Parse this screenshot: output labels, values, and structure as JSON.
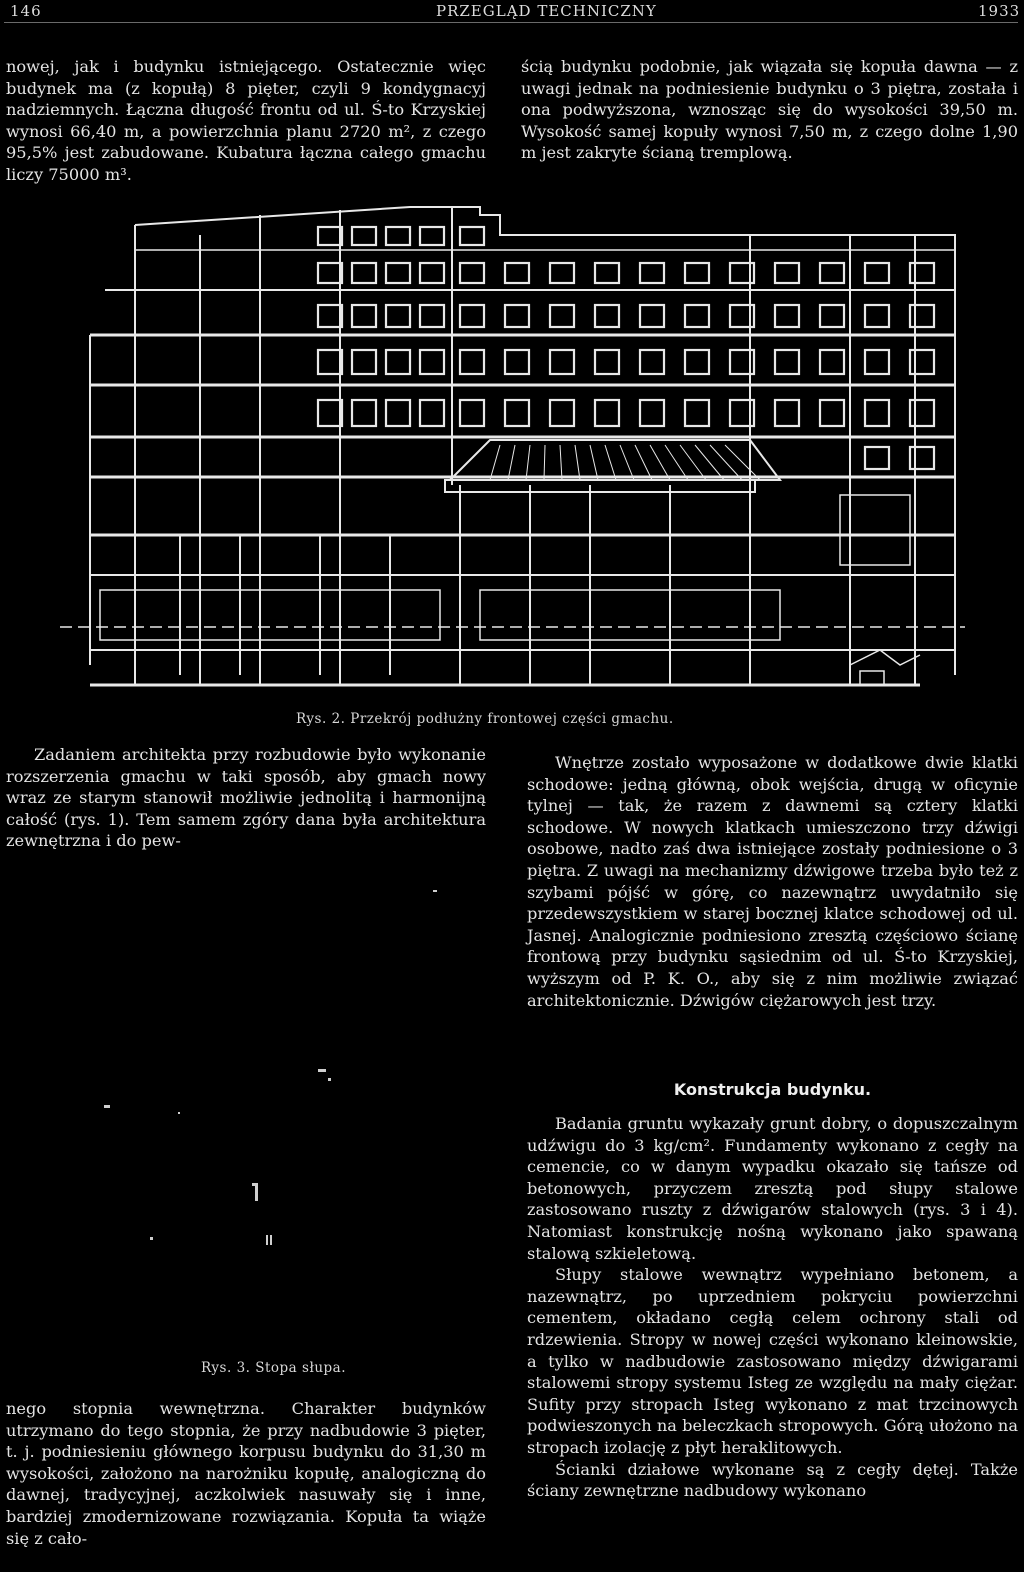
{
  "header": {
    "page_number": "146",
    "journal": "PRZEGLĄD TECHNICZNY",
    "year": "1933"
  },
  "top_left": [
    "nowej, jak i budynku istniejącego. Ostatecznie więc budynek ma (z kopułą) 8 pięter, czyli 9 kondygnacyj nadziemnych. Łączna długość frontu od ul. Ś-to Krzyskiej wynosi 66,40 m, a powierzchnia planu 2720 m², z czego 95,5% jest zabudowane. Kubatura łączna całego gmachu liczy 75000 m³."
  ],
  "top_right": [
    "ścią budynku podobnie, jak wiązała się kopuła dawna — z uwagi jednak na podniesienie budynku o 3 piętra, została i ona podwyższona, wznosząc się do wysokości 39,50 m. Wysokość samej kopuły wynosi 7,50 m, z czego dolne 1,90 m jest zakryte ścianą tremplową."
  ],
  "figure2": {
    "caption": "Rys. 2. Przekrój podłużny frontowej części gmachu."
  },
  "left_mid": [
    "Zadaniem architekta przy rozbudowie było wykonanie rozszerzenia gmachu w taki sposób, aby gmach nowy wraz ze starym stanowił możliwie jednolitą i harmonijną całość (rys. 1). Tem samem zgóry dana była architektura zewnętrzna i do pew-"
  ],
  "figure3": {
    "caption": "Rys. 3. Stopa słupa."
  },
  "left_bottom": [
    "nego stopnia wewnętrzna. Charakter budynków utrzymano do tego stopnia, że przy nadbudowie 3 pięter, t. j. podniesieniu głównego korpusu budynku do 31,30 m wysokości, założono na narożniku kopułę, analogiczną do dawnej, tradycyjnej, aczkolwiek nasuwały się i inne, bardziej zmodernizowane rozwiązania. Kopuła ta wiąże się z cało-"
  ],
  "right_mid": [
    "Wnętrze zostało wyposażone w dodatkowe dwie klatki schodowe: jedną główną, obok wejścia, drugą w oficynie tylnej — tak, że razem z dawnemi są cztery klatki schodowe. W nowych klatkach umieszczono trzy dźwigi osobowe, nadto zaś dwa istniejące zostały podniesione o 3 piętra. Z uwagi na mechanizmy dźwigowe trzeba było też z szybami pójść w górę, co nazewnątrz uwydatniło się przedewszystkiem w starej bocznej klatce schodowej od ul. Jasnej. Analogicznie podniesiono zresztą częściowo ścianę frontową przy budynku sąsiednim od ul. Ś-to Krzyskiej, wyższym od P. K. O., aby się z nim możliwie związać architektonicznie. Dźwigów ciężarowych jest trzy."
  ],
  "section": {
    "heading": "Konstrukcja budynku."
  },
  "right_bottom": [
    "Badania gruntu wykazały grunt dobry, o dopuszczalnym udźwigu do 3 kg/cm². Fundamenty wykonano z cegły na cemencie, co w danym wypadku okazało się tańsze od betonowych, przyczem zresztą pod słupy stalowe zastosowano ruszty z dźwigarów stalowych (rys. 3 i 4). Natomiast konstrukcję nośną wykonano jako spawaną stalową szkieletową.",
    "Słupy stalowe wewnątrz wypełniano betonem, a nazewnątrz, po uprzedniem pokryciu powierzchni cementem, okładano cegłą celem ochrony stali od rdzewienia. Stropy w nowej części wykonano kleinowskie, a tylko w nadbudowie zastosowano między dźwigarami stalowemi stropy systemu Isteg ze względu na mały ciężar. Sufity przy stropach Isteg wykonano z mat trzcinowych podwieszonych na beleczkach stropowych. Górą ułożono na stropach izolację z płyt heraklitowych.",
    "Ścianki działowe wykonane są z cegły dętej. Także ściany zewnętrzne nadbudowy wykonano"
  ]
}
